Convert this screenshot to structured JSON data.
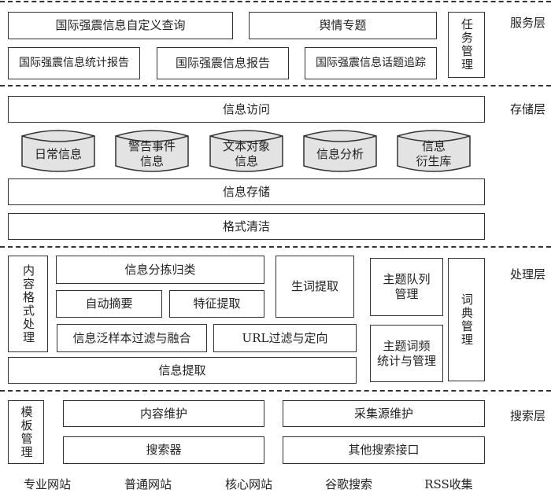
{
  "layers": {
    "service": "服务层",
    "storage": "存储层",
    "processing": "处理层",
    "search": "搜索层"
  },
  "service": {
    "custom_query": "国际强震信息自定义查询",
    "opinion_topic": "舆情专题",
    "task_mgmt": "任务管理",
    "stat_report": "国际强震信息统计报告",
    "info_report": "国际强震信息报告",
    "topic_tracking": "国际强震信息话题追踪"
  },
  "storage": {
    "access": "信息访问",
    "dbs": [
      "日常信息",
      "警告事件\n信息",
      "文本对象\n信息",
      "信息分析",
      "信息\n衍生库"
    ],
    "store": "信息存储",
    "cleaning": "格式清洁"
  },
  "processing": {
    "format": "内容格式处理",
    "classify": "信息分拣归类",
    "summary": "自动摘要",
    "feature": "特征提取",
    "new_words": "生词提取",
    "filter_merge": "信息泛样本过滤与融合",
    "url_filter": "URL过滤与定向",
    "extract": "信息提取",
    "topic_queue": "主题队列\n管理",
    "topic_freq": "主题词频\n统计与管理",
    "dict_mgmt": "词典管理"
  },
  "search": {
    "template": "模板管理",
    "content_maint": "内容维护",
    "source_maint": "采集源维护",
    "searcher": "搜索器",
    "other_api": "其他搜索接口"
  },
  "sources": [
    "专业网站",
    "普通网站",
    "核心网站",
    "谷歌搜索",
    "RSS收集"
  ]
}
